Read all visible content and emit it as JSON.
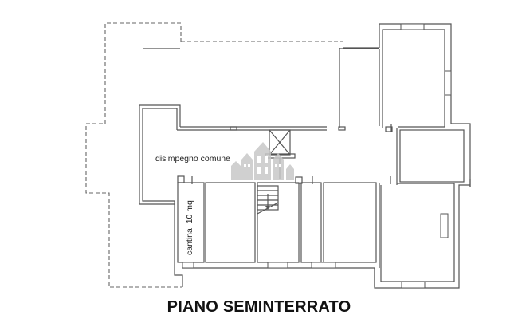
{
  "plan": {
    "title": "PIANO SEMINTERRATO",
    "rooms": [
      {
        "label": "disimpegno comune"
      },
      {
        "label": "cantina",
        "area": "10 mq"
      }
    ],
    "icons": {
      "watermark": "houses-watermark-icon",
      "stair": "staircase-icon",
      "elevator": "elevator-shaft-icon"
    },
    "colors": {
      "wall": "#555555",
      "watermark": "#c8c8c8",
      "text": "#222222"
    }
  }
}
